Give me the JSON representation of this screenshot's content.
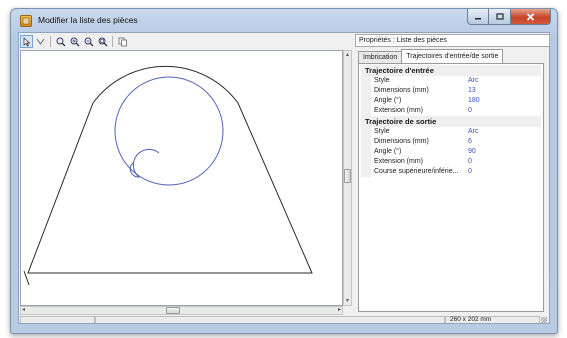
{
  "window": {
    "title": "Modifier la liste des pièces",
    "icon": "app-icon",
    "controls": [
      "minimize-icon",
      "maximize-icon",
      "close-icon"
    ]
  },
  "toolbar": {
    "tools": [
      "pointer-icon",
      "select-icon",
      "zoom-fit-icon",
      "zoom-in-icon",
      "zoom-out-icon",
      "zoom-window-icon",
      "copy-icon"
    ],
    "active_tool": "pointer-icon"
  },
  "properties": {
    "header": "Propriétés : Liste des pièces",
    "tabs": [
      {
        "label": "Imbrication",
        "active": false
      },
      {
        "label": "Trajectoires d'entrée/de sortie",
        "active": true
      }
    ],
    "sections": [
      {
        "title": "Trajectoire d'entrée",
        "rows": [
          {
            "key": "Style",
            "value": "Arc"
          },
          {
            "key": "Dimensions (mm)",
            "value": "13"
          },
          {
            "key": "Angle (°)",
            "value": "180"
          },
          {
            "key": "Extension (mm)",
            "value": "0"
          }
        ]
      },
      {
        "title": "Trajectoire de sortie",
        "rows": [
          {
            "key": "Style",
            "value": "Arc"
          },
          {
            "key": "Dimensions (mm)",
            "value": "6"
          },
          {
            "key": "Angle (°)",
            "value": "90"
          },
          {
            "key": "Extension (mm)",
            "value": "0"
          },
          {
            "key": "Course supérieure/inférie...",
            "value": "0"
          }
        ]
      }
    ]
  },
  "status": {
    "dimensions": "260 x 202 mm"
  },
  "colors": {
    "part_outline": "#2a2a2a",
    "hole_path": "#5060b8",
    "value_text": "#3a4fc4"
  }
}
